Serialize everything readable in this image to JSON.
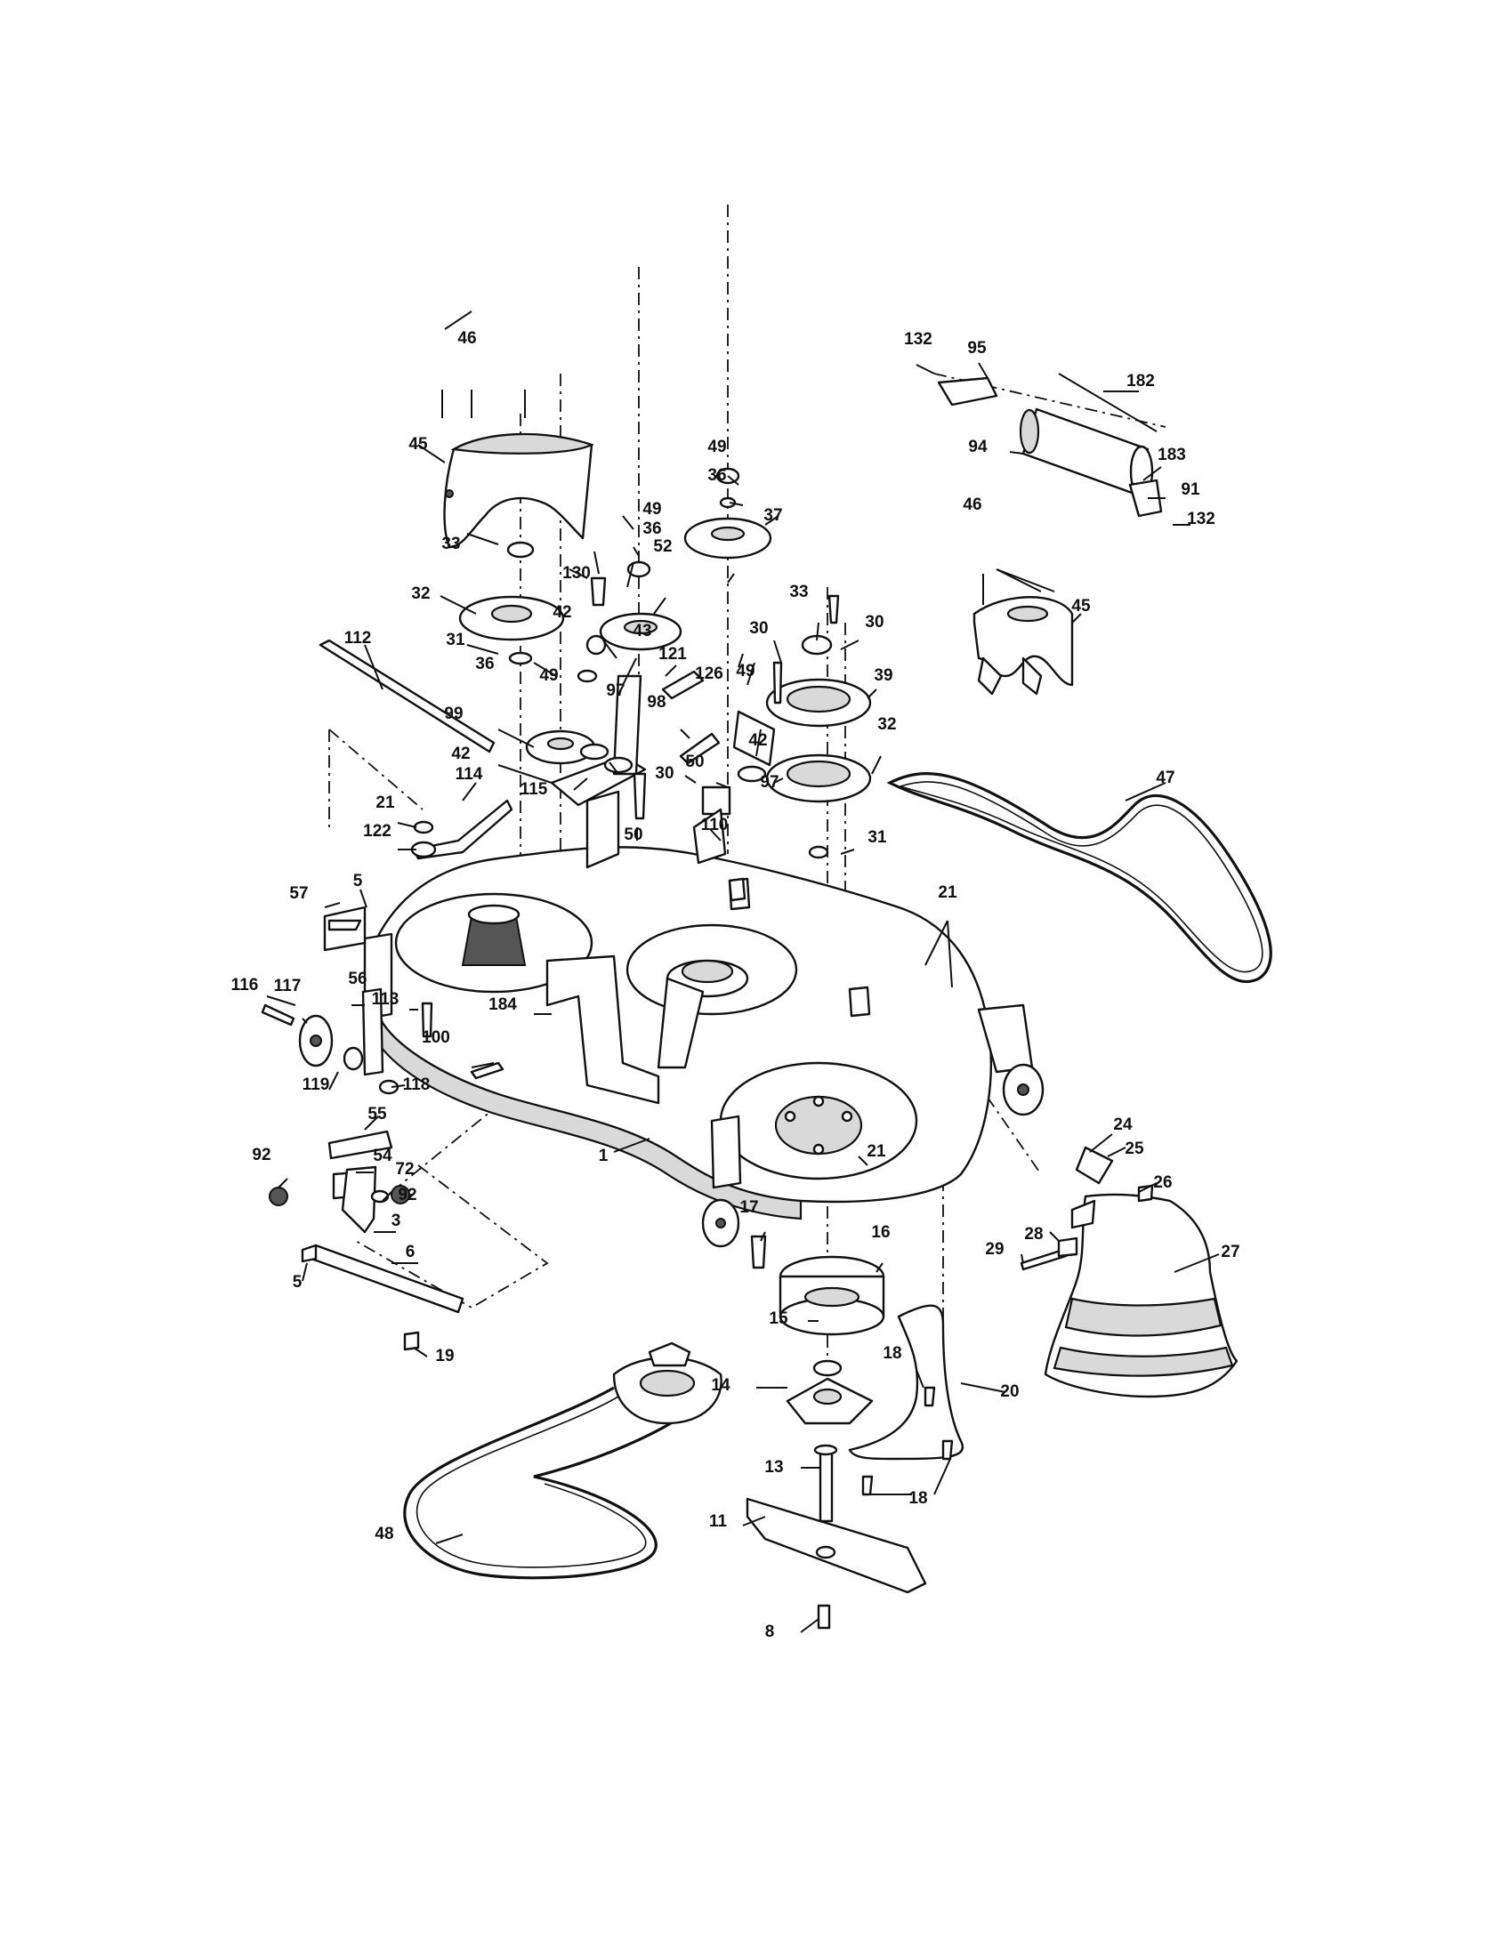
{
  "callouts": [
    {
      "id": "c-46a",
      "text": "46"
    },
    {
      "id": "c-45a",
      "text": "45"
    },
    {
      "id": "c-33a",
      "text": "33"
    },
    {
      "id": "c-32a",
      "text": "32"
    },
    {
      "id": "c-31a",
      "text": "31"
    },
    {
      "id": "c-112",
      "text": "112"
    },
    {
      "id": "c-36a",
      "text": "36"
    },
    {
      "id": "c-99",
      "text": "99"
    },
    {
      "id": "c-42a",
      "text": "42"
    },
    {
      "id": "c-49a",
      "text": "49"
    },
    {
      "id": "c-130",
      "text": "130"
    },
    {
      "id": "c-42b",
      "text": "42"
    },
    {
      "id": "c-49b",
      "text": "49"
    },
    {
      "id": "c-36b",
      "text": "36"
    },
    {
      "id": "c-52",
      "text": "52"
    },
    {
      "id": "c-43",
      "text": "43"
    },
    {
      "id": "c-49c",
      "text": "49"
    },
    {
      "id": "c-36c",
      "text": "36"
    },
    {
      "id": "c-37",
      "text": "37"
    },
    {
      "id": "c-121",
      "text": "121"
    },
    {
      "id": "c-97a",
      "text": "97"
    },
    {
      "id": "c-98",
      "text": "98"
    },
    {
      "id": "c-115",
      "text": "115"
    },
    {
      "id": "c-114",
      "text": "114"
    },
    {
      "id": "c-50a",
      "text": "50"
    },
    {
      "id": "c-21a",
      "text": "21"
    },
    {
      "id": "c-122",
      "text": "122"
    },
    {
      "id": "c-5a",
      "text": "5"
    },
    {
      "id": "c-57",
      "text": "57"
    },
    {
      "id": "c-126",
      "text": "126"
    },
    {
      "id": "c-49d",
      "text": "49"
    },
    {
      "id": "c-42c",
      "text": "42"
    },
    {
      "id": "c-50b",
      "text": "50"
    },
    {
      "id": "c-30a",
      "text": "30"
    },
    {
      "id": "c-110",
      "text": "110"
    },
    {
      "id": "c-97b",
      "text": "97"
    },
    {
      "id": "c-30b",
      "text": "30"
    },
    {
      "id": "c-33b",
      "text": "33"
    },
    {
      "id": "c-30c",
      "text": "30"
    },
    {
      "id": "c-39",
      "text": "39"
    },
    {
      "id": "c-32b",
      "text": "32"
    },
    {
      "id": "c-31b",
      "text": "31"
    },
    {
      "id": "c-47",
      "text": "47"
    },
    {
      "id": "c-132a",
      "text": "132"
    },
    {
      "id": "c-95",
      "text": "95"
    },
    {
      "id": "c-182",
      "text": "182"
    },
    {
      "id": "c-94",
      "text": "94"
    },
    {
      "id": "c-183",
      "text": "183"
    },
    {
      "id": "c-91",
      "text": "91"
    },
    {
      "id": "c-132b",
      "text": "132"
    },
    {
      "id": "c-46b",
      "text": "46"
    },
    {
      "id": "c-45b",
      "text": "45"
    },
    {
      "id": "c-21b",
      "text": "21"
    },
    {
      "id": "c-116",
      "text": "116"
    },
    {
      "id": "c-117",
      "text": "117"
    },
    {
      "id": "c-56",
      "text": "56"
    },
    {
      "id": "c-113",
      "text": "113"
    },
    {
      "id": "c-184",
      "text": "184"
    },
    {
      "id": "c-100",
      "text": "100"
    },
    {
      "id": "c-119",
      "text": "119"
    },
    {
      "id": "c-118",
      "text": "118"
    },
    {
      "id": "c-55",
      "text": "55"
    },
    {
      "id": "c-1",
      "text": "1"
    },
    {
      "id": "c-54",
      "text": "54"
    },
    {
      "id": "c-92a",
      "text": "92"
    },
    {
      "id": "c-72",
      "text": "72"
    },
    {
      "id": "c-92b",
      "text": "92"
    },
    {
      "id": "c-3",
      "text": "3"
    },
    {
      "id": "c-6",
      "text": "6"
    },
    {
      "id": "c-5b",
      "text": "5"
    },
    {
      "id": "c-19",
      "text": "19"
    },
    {
      "id": "c-21c",
      "text": "21"
    },
    {
      "id": "c-17",
      "text": "17"
    },
    {
      "id": "c-16",
      "text": "16"
    },
    {
      "id": "c-15",
      "text": "15"
    },
    {
      "id": "c-14",
      "text": "14"
    },
    {
      "id": "c-18a",
      "text": "18"
    },
    {
      "id": "c-20",
      "text": "20"
    },
    {
      "id": "c-13",
      "text": "13"
    },
    {
      "id": "c-18b",
      "text": "18"
    },
    {
      "id": "c-11",
      "text": "11"
    },
    {
      "id": "c-8",
      "text": "8"
    },
    {
      "id": "c-48",
      "text": "48"
    },
    {
      "id": "c-24",
      "text": "24"
    },
    {
      "id": "c-25",
      "text": "25"
    },
    {
      "id": "c-26",
      "text": "26"
    },
    {
      "id": "c-29",
      "text": "29"
    },
    {
      "id": "c-28",
      "text": "28"
    },
    {
      "id": "c-27",
      "text": "27"
    }
  ]
}
